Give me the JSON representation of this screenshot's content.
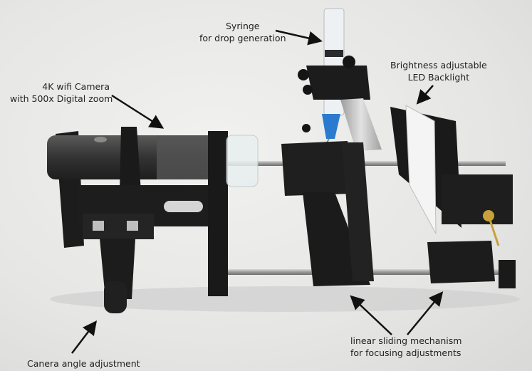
{
  "image": {
    "description": "Photograph of a 3D-printed drop shape analyzer / contact angle setup with annotated components"
  },
  "annotations": [
    {
      "id": "syringe",
      "lines": [
        "Syringe",
        "for drop generation"
      ]
    },
    {
      "id": "camera",
      "lines": [
        "4K wifi Camera",
        "with 500x Digital zoom"
      ]
    },
    {
      "id": "backlight",
      "lines": [
        "Brightness adjustable",
        "LED Backlight"
      ]
    },
    {
      "id": "camera-angle",
      "lines": [
        "Canera angle adjustment"
      ]
    },
    {
      "id": "linear-slide",
      "lines": [
        "linear sliding mechanism",
        "for focusing adjustments"
      ]
    }
  ],
  "colors": {
    "background": "#e9e9e8",
    "printed_parts": "#1c1c1c",
    "rail": "#b9b9b9",
    "needle_hub": "#2a7bd0",
    "brass": "#c9a13b"
  }
}
